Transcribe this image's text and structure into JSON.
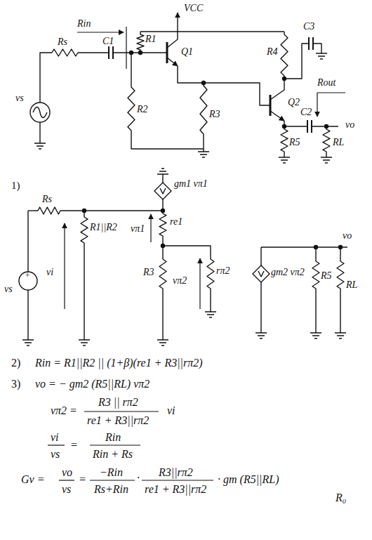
{
  "diagram": {
    "labels": [
      "VCC",
      "Rin",
      "Rs",
      "C1",
      "R1",
      "Q1",
      "R4",
      "C3",
      "Rout",
      "Q2",
      "C2",
      "vo",
      "vs",
      "R2",
      "R3",
      "R5",
      "RL",
      "1)",
      "Rs",
      "R1||R2",
      "vs",
      "vi",
      "gm1 vπ1",
      "re1",
      "vπ1",
      "R3",
      "vπ2",
      "rπ2",
      "gm2 vπ2",
      "R5",
      "RL",
      "vo",
      "2)",
      "Rin = R1||R2 || (1+β)(re1 + R3||rπ2)",
      "3)",
      "vo = − gm2 (R5||RL) vπ2",
      "vπ2 =",
      "R3 || rπ2",
      "re1 + R3||rπ2",
      "vi",
      "vi",
      "vs",
      "=",
      "Rin",
      "Rin + Rs",
      "Gv =",
      "vo",
      "vs",
      "=",
      "−Rin",
      "Rs+Rin",
      "·",
      "R3||rπ2",
      "re1 + R3||rπ2",
      "· gm (R5||RL)",
      "R₀",
      "+"
    ]
  }
}
